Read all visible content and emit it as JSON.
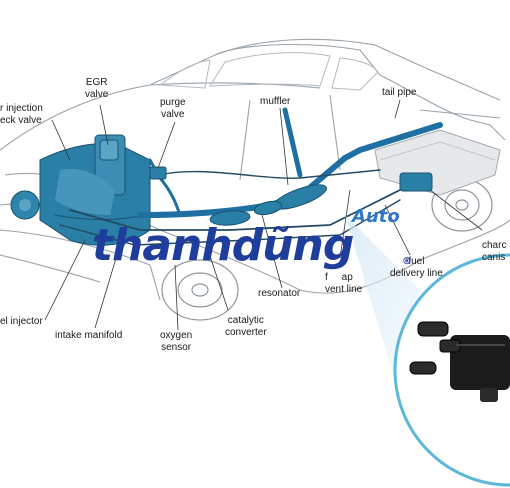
{
  "labels": {
    "egr_valve": "EGR\nvalve",
    "purge_valve": "purge\nvalve",
    "muffler": "muffler",
    "tail_pipe": "tail pipe",
    "air_injection_check_valve": "r injection\neck valve",
    "fuel_injector": "el injector",
    "intake_manifold": "intake manifold",
    "oxygen_sensor": "oxygen\nsensor",
    "catalytic_converter": "catalytic\nconverter",
    "resonator": "resonator",
    "vapor_vent_line": "f     ap\nvent line",
    "fuel_delivery_line": "fuel\ndelivery line",
    "charcoal_canister": "charc\ncanis"
  },
  "watermark": {
    "brand": "thanhdũng",
    "sub": "Auto"
  },
  "colors": {
    "pipe_blue": "#1f6fa3",
    "engine_blue": "#2a7fa6",
    "watermark_blue": "#1f3d9a",
    "callout_ring": "#5cb7d9",
    "car_line": "#9aa3ab"
  }
}
